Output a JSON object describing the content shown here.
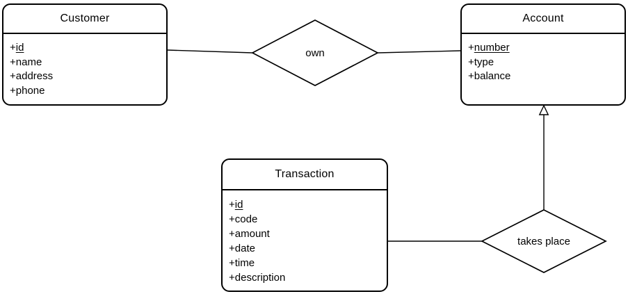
{
  "diagram": {
    "kind": "entity-relationship-diagram",
    "background_color": "#ffffff",
    "stroke_color": "#000000",
    "text_color": "#000000"
  },
  "entities": [
    {
      "name": "Customer",
      "attributes": [
        {
          "prefix": "+",
          "name": "id",
          "underlined": true
        },
        {
          "prefix": "+",
          "name": "name",
          "underlined": false
        },
        {
          "prefix": "+",
          "name": "address",
          "underlined": false
        },
        {
          "prefix": "+",
          "name": "phone",
          "underlined": false
        }
      ]
    },
    {
      "name": "Account",
      "attributes": [
        {
          "prefix": "+",
          "name": "number",
          "underlined": true
        },
        {
          "prefix": "+",
          "name": "type",
          "underlined": false
        },
        {
          "prefix": "+",
          "name": "balance",
          "underlined": false
        }
      ]
    },
    {
      "name": "Transaction",
      "attributes": [
        {
          "prefix": "+",
          "name": "id",
          "underlined": true
        },
        {
          "prefix": "+",
          "name": "code",
          "underlined": false
        },
        {
          "prefix": "+",
          "name": "amount",
          "underlined": false
        },
        {
          "prefix": "+",
          "name": "date",
          "underlined": false
        },
        {
          "prefix": "+",
          "name": "time",
          "underlined": false
        },
        {
          "prefix": "+",
          "name": "description",
          "underlined": false
        }
      ]
    }
  ],
  "relationships": [
    {
      "label": "own",
      "shape": "diamond",
      "between": [
        "Customer",
        "Account"
      ]
    },
    {
      "label": "takes place",
      "shape": "diamond",
      "between": [
        "Transaction",
        "Account"
      ],
      "arrowhead": "hollow-triangle-at-Account"
    }
  ]
}
